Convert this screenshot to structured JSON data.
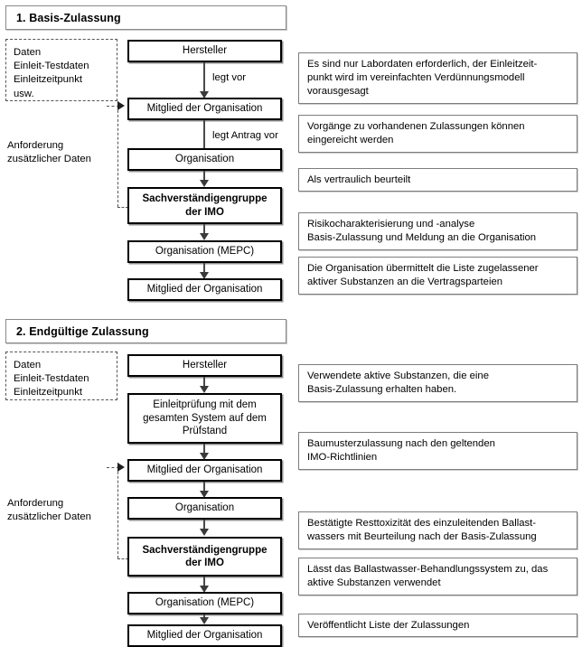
{
  "diagram": {
    "title_hidden": "IMO Zulassungsverfahren Ballastwasser",
    "sections": [
      {
        "id": "basis",
        "header": "1. Basis-Zulassung",
        "dashed_data_box": "Daten\nEinleit-Testdaten\nEinleitzeitpunkt\nusw.",
        "feedback_label": "Anforderung\nzusätzlicher Daten",
        "flow_boxes": [
          {
            "label": "Hersteller",
            "bold": false
          },
          {
            "label": "Mitglied der Organisation",
            "bold": false
          },
          {
            "label": "Organisation",
            "bold": false
          },
          {
            "label": "Sachverständigengruppe\nder IMO",
            "bold": true
          },
          {
            "label": "Organisation (MEPC)",
            "bold": false
          },
          {
            "label": "Mitglied der Organisation",
            "bold": false
          }
        ],
        "edge_labels": [
          "legt vor",
          "legt Antrag vor"
        ],
        "notes": [
          "Es sind nur Labordaten erforderlich, der Einleitzeit-\npunkt wird im vereinfachten Verdünnungsmodell\nvorausgesagt",
          "Vorgänge zu vorhandenen Zulassungen können\neingereicht werden",
          "Als vertraulich beurteilt",
          "Risikocharakterisierung und -analyse\nBasis-Zulassung und Meldung an die Organisation",
          "Die Organisation übermittelt die Liste zugelassener\naktiver Substanzen an die Vertragsparteien"
        ]
      },
      {
        "id": "endgueltig",
        "header": "2. Endgültige Zulassung",
        "dashed_data_box": "Daten\nEinleit-Testdaten\nEinleitzeitpunkt",
        "feedback_label": "Anforderung\nzusätzlicher Daten",
        "flow_boxes": [
          {
            "label": "Hersteller",
            "bold": false
          },
          {
            "label": "Einleitprüfung mit dem\ngesamten System auf dem\nPrüfstand",
            "bold": false
          },
          {
            "label": "Mitglied der Organisation",
            "bold": false
          },
          {
            "label": "Organisation",
            "bold": false
          },
          {
            "label": "Sachverständigengruppe\nder IMO",
            "bold": true
          },
          {
            "label": "Organisation (MEPC)",
            "bold": false
          },
          {
            "label": "Mitglied der Organisation",
            "bold": false
          }
        ],
        "edge_labels": [],
        "notes": [
          "Verwendete aktive Substanzen, die eine\nBasis-Zulassung erhalten haben.",
          "Baumusterzulassung nach den geltenden\nIMO-Richtlinien",
          "Bestätigte Resttoxizität des einzuleitenden Ballast-\nwassers mit Beurteilung nach der Basis-Zulassung",
          "Lässt das Ballastwasser-Behandlungssystem zu, das\naktive Substanzen verwendet",
          "Veröffentlicht Liste der Zulassungen"
        ]
      }
    ],
    "colors": {
      "box_border": "#000000",
      "note_border": "#7d7d7d",
      "dashed_border": "#555555",
      "arrow": "#3a3a3a",
      "background": "#ffffff"
    }
  }
}
